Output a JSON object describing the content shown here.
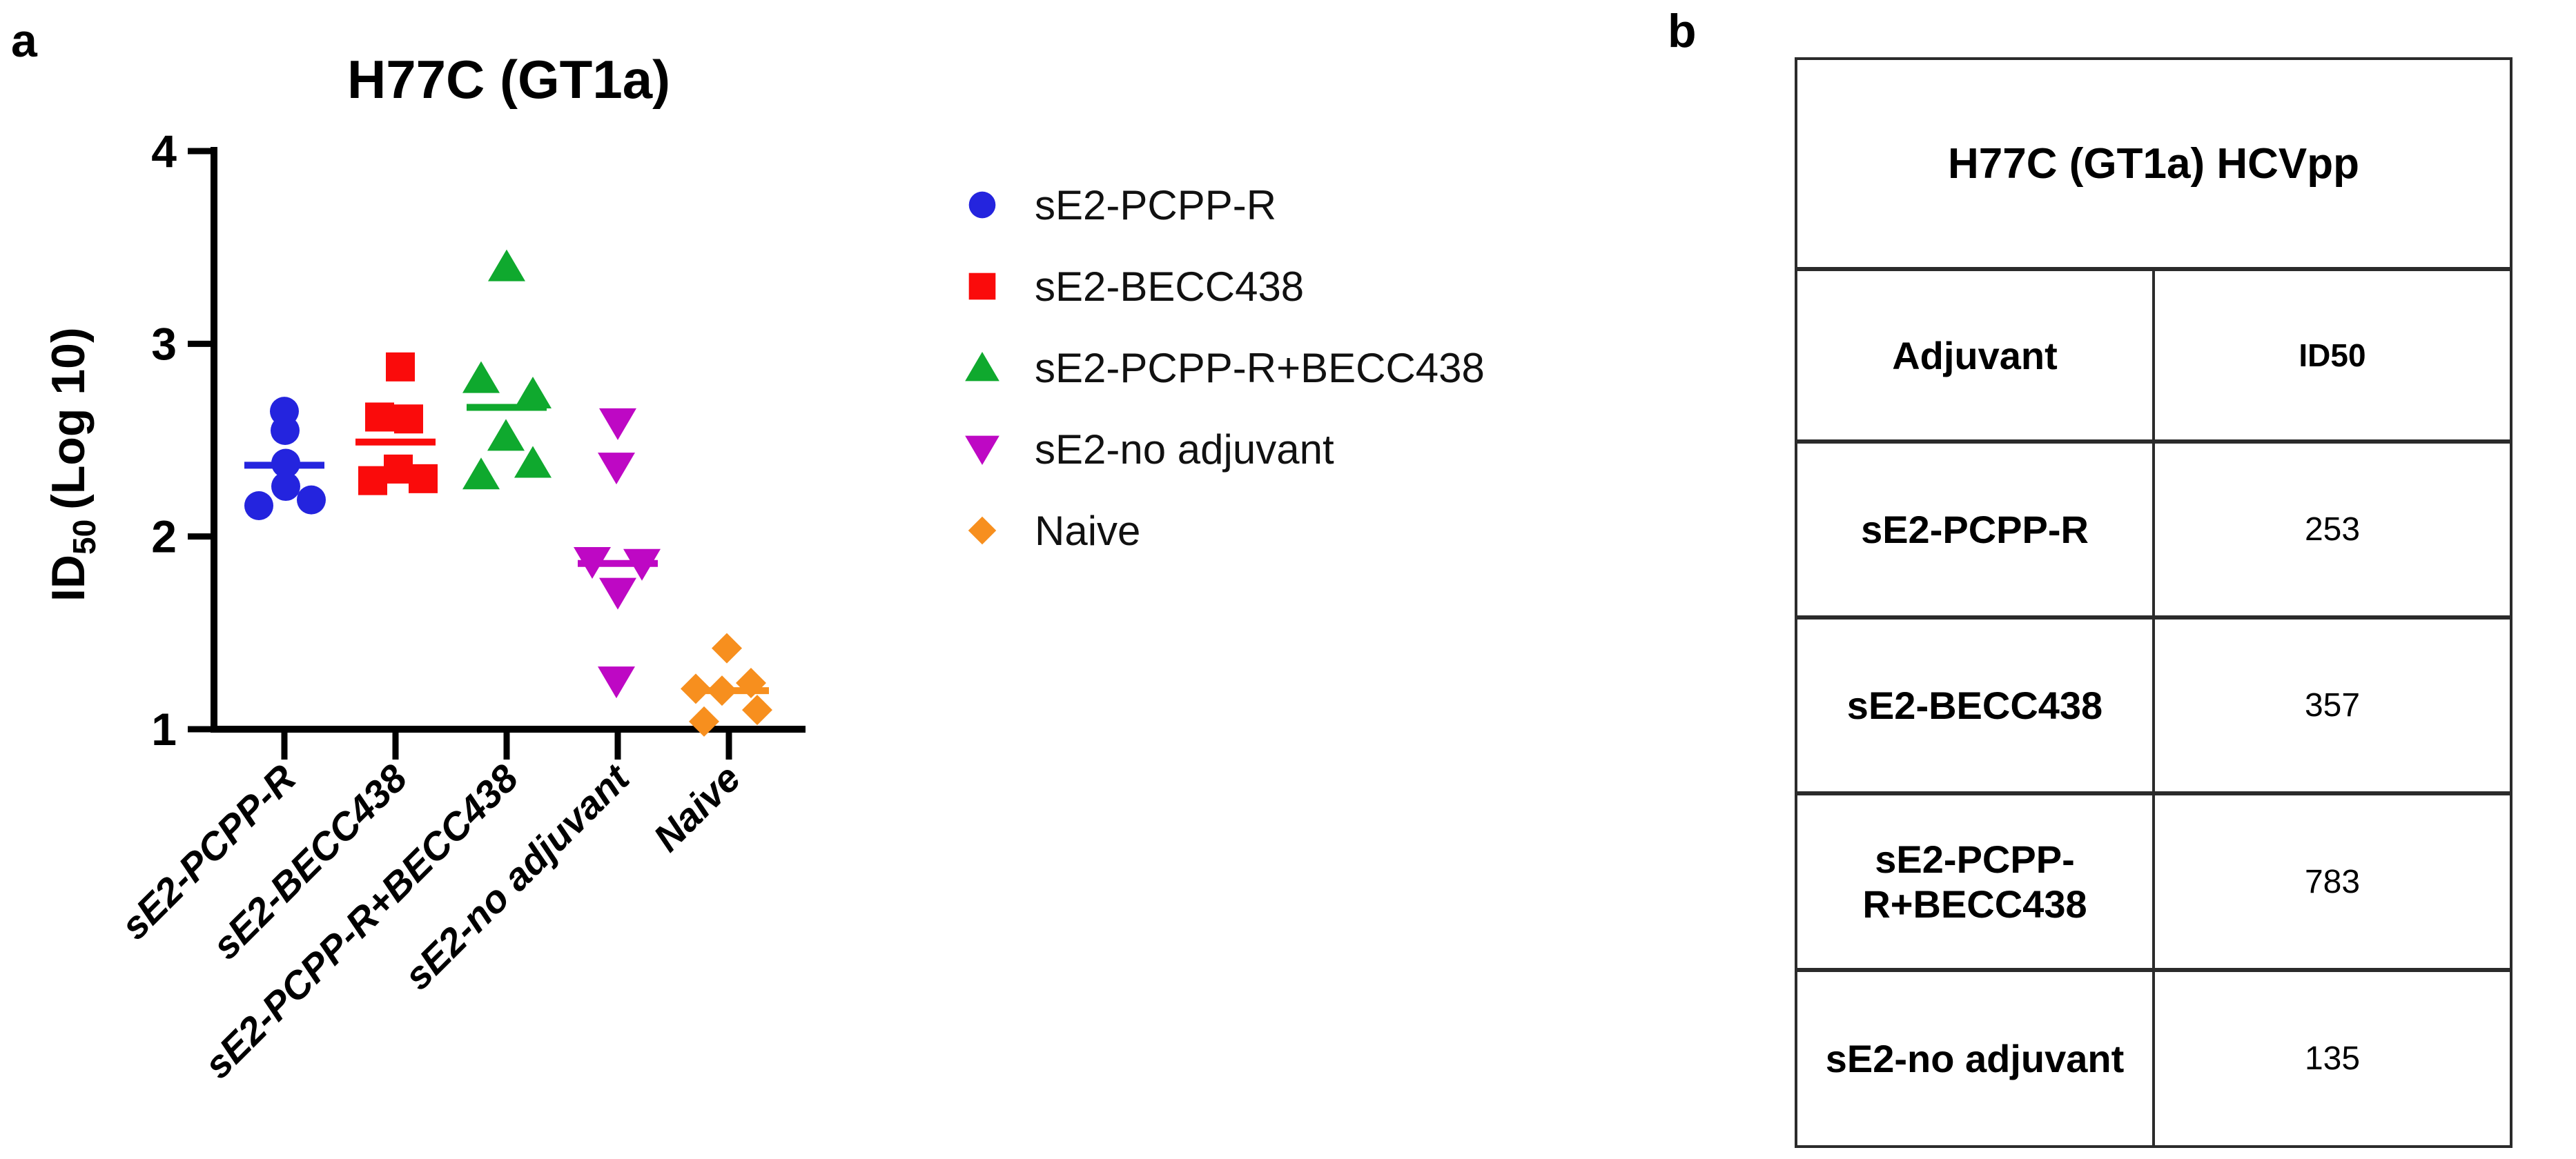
{
  "panel_a": {
    "label": "a"
  },
  "panel_b": {
    "label": "b"
  },
  "chart_data": {
    "type": "scatter",
    "title": "H77C (GT1a)",
    "ylabel_text": "ID50 (Log 10)",
    "ylabel_main": "ID",
    "ylabel_sub": "50",
    "ylabel_rest": "(Log 10)",
    "ylim": [
      1,
      4
    ],
    "yticks": [
      "4",
      "3",
      "2",
      "1"
    ],
    "grid": false,
    "legend_position": "right-of-plot",
    "categories": [
      "sE2-PCPP-R",
      "sE2-BECC438",
      "sE2-PCPP-R+BECC438",
      "sE2-no adjuvant",
      "Naive"
    ],
    "series": [
      {
        "name": "sE2-PCPP-R",
        "marker": "circle",
        "color": "#2424DE",
        "median": 2.37,
        "points": [
          {
            "dx": 0,
            "v": 2.65
          },
          {
            "dx": 1,
            "v": 2.55
          },
          {
            "dx": 2,
            "v": 2.38
          },
          {
            "dx": 2,
            "v": 2.26
          },
          {
            "dx": -37,
            "v": 2.16
          },
          {
            "dx": 39,
            "v": 2.19
          }
        ]
      },
      {
        "name": "sE2-BECC438",
        "marker": "square",
        "color": "#FA0B0B",
        "median": 2.49,
        "points": [
          {
            "dx": 7,
            "v": 2.88
          },
          {
            "dx": -23,
            "v": 2.62
          },
          {
            "dx": 19,
            "v": 2.61
          },
          {
            "dx": -33,
            "v": 2.29
          },
          {
            "dx": 4,
            "v": 2.35
          },
          {
            "dx": 40,
            "v": 2.3
          }
        ]
      },
      {
        "name": "sE2-PCPP-R+BECC438",
        "marker": "triangle-up",
        "color": "#0FA92E",
        "median": 2.67,
        "points": [
          {
            "dx": 0,
            "v": 3.4
          },
          {
            "dx": -37,
            "v": 2.82
          },
          {
            "dx": 38,
            "v": 2.74
          },
          {
            "dx": -1,
            "v": 2.52
          },
          {
            "dx": 38,
            "v": 2.38
          },
          {
            "dx": -37,
            "v": 2.32
          }
        ]
      },
      {
        "name": "sE2-no adjuvant",
        "marker": "triangle-down",
        "color": "#BE08C4",
        "median": 1.86,
        "points": [
          {
            "dx": 0,
            "v": 2.59
          },
          {
            "dx": -2,
            "v": 2.36
          },
          {
            "dx": -37,
            "v": 1.87
          },
          {
            "dx": 35,
            "v": 1.86
          },
          {
            "dx": 0,
            "v": 1.71
          },
          {
            "dx": -2,
            "v": 1.25
          }
        ]
      },
      {
        "name": "Naive",
        "marker": "diamond",
        "color": "#F78F1E",
        "median": 1.2,
        "points": [
          {
            "dx": -3,
            "v": 1.42
          },
          {
            "dx": -48,
            "v": 1.21
          },
          {
            "dx": -10,
            "v": 1.2
          },
          {
            "dx": 32,
            "v": 1.24
          },
          {
            "dx": 41,
            "v": 1.1
          },
          {
            "dx": -36,
            "v": 1.04
          }
        ]
      }
    ]
  },
  "table": {
    "title": "H77C (GT1a) HCVpp",
    "col_headers": [
      "Adjuvant",
      "ID50"
    ],
    "rows": [
      {
        "adjuvant": "sE2-PCPP-R",
        "id50": "253"
      },
      {
        "adjuvant": "sE2-BECC438",
        "id50": "357"
      },
      {
        "adjuvant": "sE2-PCPP-R+BECC438",
        "id50": "783"
      },
      {
        "adjuvant": "sE2-no adjuvant",
        "id50": "135"
      }
    ]
  }
}
